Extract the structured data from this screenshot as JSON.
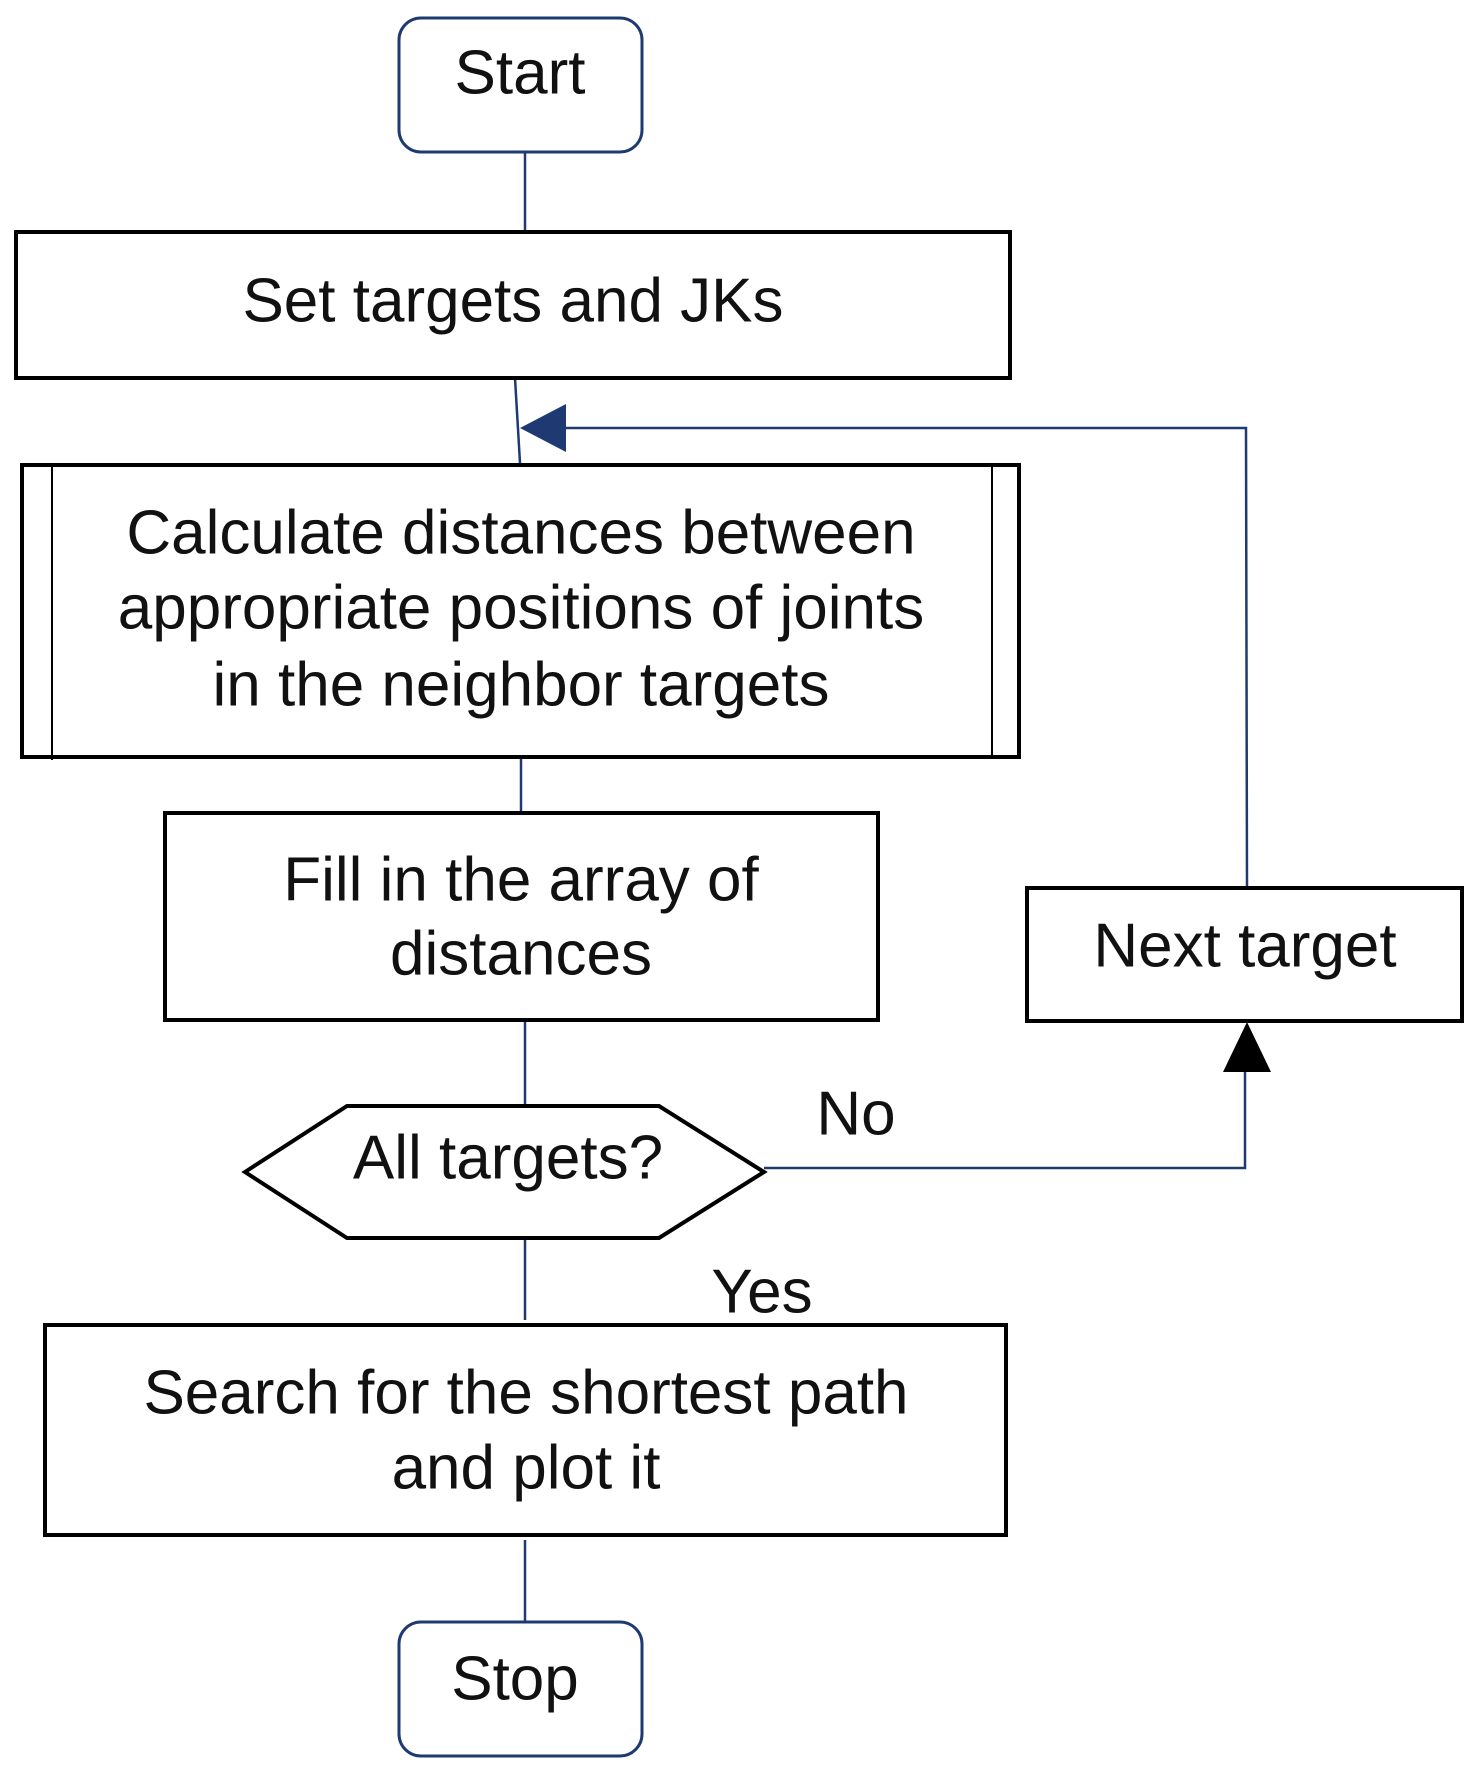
{
  "flowchart": {
    "nodes": {
      "start": {
        "label": "Start"
      },
      "set_targets": {
        "label": "Set targets and JKs"
      },
      "calculate": {
        "lines": [
          "Calculate distances between",
          "appropriate positions of joints",
          "in the neighbor targets"
        ]
      },
      "fill_array": {
        "lines": [
          "Fill in the array of",
          "distances"
        ]
      },
      "decision": {
        "label": "All targets?"
      },
      "next_target": {
        "label": "Next target"
      },
      "search": {
        "lines": [
          "Search for the shortest path",
          "and plot it"
        ]
      },
      "stop": {
        "label": "Stop"
      }
    },
    "edge_labels": {
      "no": "No",
      "yes": "Yes"
    },
    "colors": {
      "terminal_border": "#1f3a73",
      "box_border": "#000000",
      "connector": "#1f3a73",
      "text": "#111111"
    }
  }
}
